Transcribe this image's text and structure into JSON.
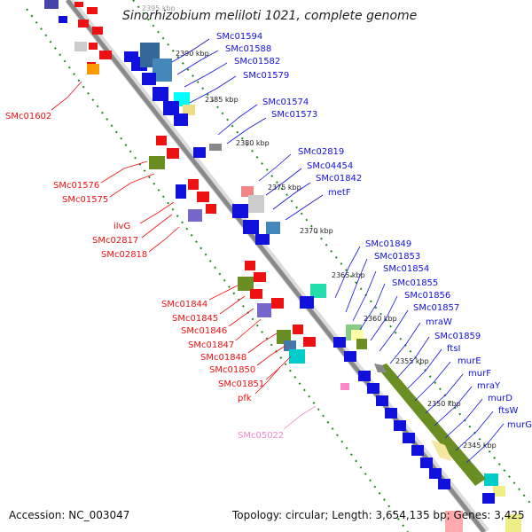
{
  "title": "Sinorhizobium meliloti 1021, complete genome",
  "footer": {
    "accession": "Accession: NC_003047",
    "summary": "Topology: circular; Length: 3,654,135 bp; Genes: 3,425"
  },
  "colors": {
    "forward_strand": "#ee1111",
    "reverse_strand": "#1111dd",
    "backbone": "#8a8a8a",
    "ticks": "#228822",
    "rna_label": "#ee88cc"
  },
  "ticks": [
    "2395 kbp",
    "2390 kbp",
    "2385 kbp",
    "2380 kbp",
    "2375 kbp",
    "2370 kbp",
    "2365 kbp",
    "2360 kbp",
    "2355 kbp",
    "2350 kbp",
    "2345 kbp"
  ],
  "reverse_labels": [
    "SMc01594",
    "SMc01588",
    "SMc01582",
    "SMc01579",
    "SMc01574",
    "SMc01573",
    "SMc02819",
    "SMc04454",
    "SMc01842",
    "metF",
    "SMc01849",
    "SMc01853",
    "SMc01854",
    "SMc01855",
    "SMc01856",
    "SMc01857",
    "mraW",
    "SMc01859",
    "ftsI",
    "murE",
    "murF",
    "mraY",
    "murD",
    "ftsW",
    "murG"
  ],
  "forward_labels": [
    "SMc01602",
    "SMc01576",
    "SMc01575",
    "ilvG",
    "SMc02817",
    "SMc02818",
    "SMc01844",
    "SMc01845",
    "SMc01846",
    "SMc01847",
    "SMc01848",
    "SMc01850",
    "SMc01851",
    "pfk"
  ],
  "rna_labels": [
    "SMc05022"
  ]
}
